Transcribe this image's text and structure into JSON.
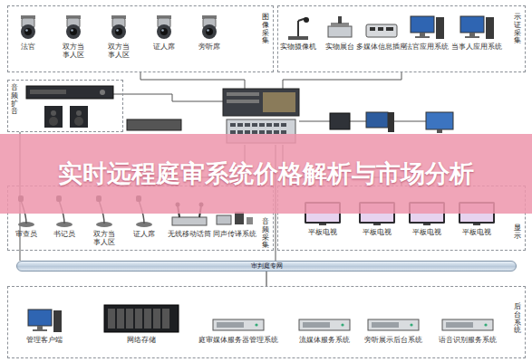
{
  "diagram": {
    "title": "实时远程庭审系统价格解析与市场分析",
    "nodes": [
      {
        "text": [
          "图像采集"
        ]
      },
      {
        "text": [
          "法官"
        ],
        "in": 0
      },
      {
        "text": [
          "双方当事人区"
        ],
        "in": 0
      },
      {
        "text": [
          "双方当事人区"
        ],
        "in": 0
      },
      {
        "text": [
          "证人席"
        ],
        "in": 0
      },
      {
        "text": [
          "旁听席"
        ],
        "in": 0
      },
      {
        "text": [
          "示证采集"
        ]
      },
      {
        "text": [
          "实物摄像机"
        ],
        "in": 6
      },
      {
        "text": [
          "实物展台"
        ],
        "in": 6
      },
      {
        "text": [
          "多媒体信息插座"
        ],
        "in": 6
      },
      {
        "text": [
          "法官应用系统"
        ],
        "in": 6
      },
      {
        "text": [
          "当事人应用系统"
        ],
        "in": 6
      },
      {
        "text": [
          "音频扩音"
        ]
      },
      {
        "text": [
          "音频采集"
        ]
      },
      {
        "text": [
          "审查员"
        ],
        "in": 13
      },
      {
        "text": [
          "书记员"
        ],
        "in": 13
      },
      {
        "text": [
          "双方当事人区"
        ],
        "in": 13
      },
      {
        "text": [
          "证人席"
        ],
        "in": 13
      },
      {
        "text": [
          "无线移动话筒"
        ],
        "in": 13
      },
      {
        "text": [
          "同声传译系统"
        ],
        "in": 13
      },
      {
        "text": [
          "显示"
        ]
      },
      {
        "text": [
          "平板电视"
        ],
        "in": 20
      },
      {
        "text": [
          "平板电视"
        ],
        "in": 20
      },
      {
        "text": [
          "平板电视"
        ],
        "in": 20
      },
      {
        "text": [
          "平板电视"
        ],
        "in": 20
      },
      {
        "text": [
          "审判庭专网"
        ]
      },
      {
        "text": [
          "后台系统"
        ]
      },
      {
        "text": [
          "管理客户端"
        ],
        "in": 26
      },
      {
        "text": [
          "网络存储"
        ],
        "in": 26
      },
      {
        "text": [
          "庭审媒体服务器管理系统"
        ],
        "in": 26
      },
      {
        "text": [
          "流媒体服务系统"
        ],
        "in": 26
      },
      {
        "text": [
          "旁听展示后台系统"
        ],
        "in": 26
      },
      {
        "text": [
          "语音识别服务系统"
        ],
        "in": 26
      }
    ],
    "edges": [
      {
        "from": 25,
        "to": 26,
        "arrow": "none"
      }
    ]
  }
}
